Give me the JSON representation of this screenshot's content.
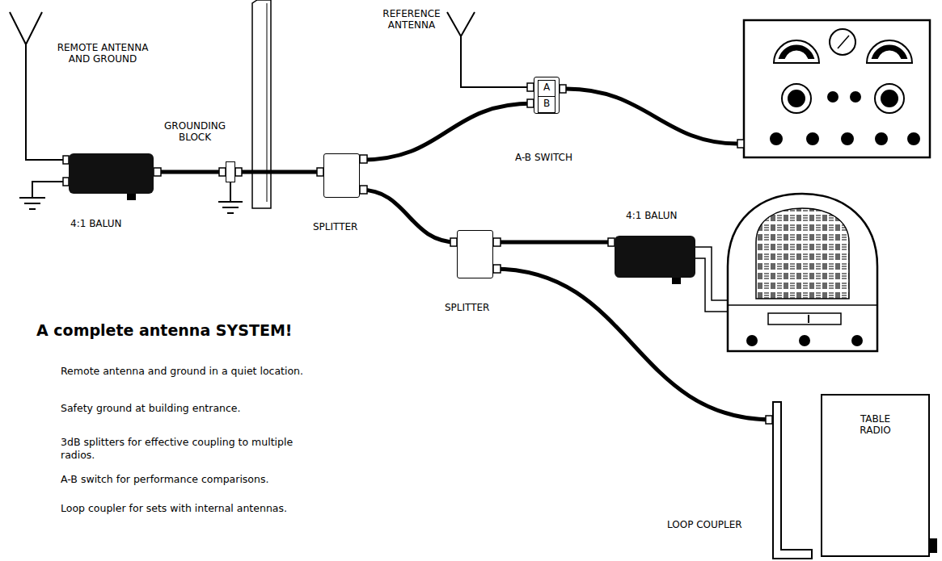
{
  "diagram": {
    "title": "A complete antenna SYSTEM!",
    "nodes": [
      {
        "text": [
          "4:1 BALUN"
        ]
      },
      {
        "text": [
          "GROUNDING BLOCK"
        ]
      },
      {
        "text": [
          "SPLITTER"
        ]
      },
      {
        "text": [
          "A-B SWITCH"
        ]
      },
      {
        "text": [
          "A"
        ],
        "in": 3
      },
      {
        "text": [
          "B"
        ],
        "in": 3
      },
      {
        "text": [
          "SPLITTER"
        ]
      },
      {
        "text": [
          "4:1 BALUN"
        ]
      },
      {
        "text": [
          "LOOP COUPLER"
        ]
      },
      {
        "text": [
          "TABLE RADIO"
        ]
      }
    ],
    "edges": [
      {
        "from": 0,
        "to": 1,
        "arrow": "none"
      },
      {
        "from": 1,
        "to": 2,
        "arrow": "none"
      },
      {
        "from": 2,
        "to": 3,
        "arrow": "none"
      },
      {
        "from": 2,
        "to": 6,
        "arrow": "none"
      },
      {
        "from": 6,
        "to": 7,
        "arrow": "none"
      },
      {
        "from": 6,
        "to": 8,
        "arrow": "none"
      }
    ],
    "labels": [
      "REMOTE ANTENNA AND GROUND",
      "REFERENCE ANTENNA",
      "Remote antenna and ground in a quiet location.",
      "Safety ground at building entrance.",
      "3dB splitters for effective coupling to multiple radios.",
      "A-B switch for performance comparisons.",
      "Loop coupler for sets with internal antennas."
    ]
  }
}
